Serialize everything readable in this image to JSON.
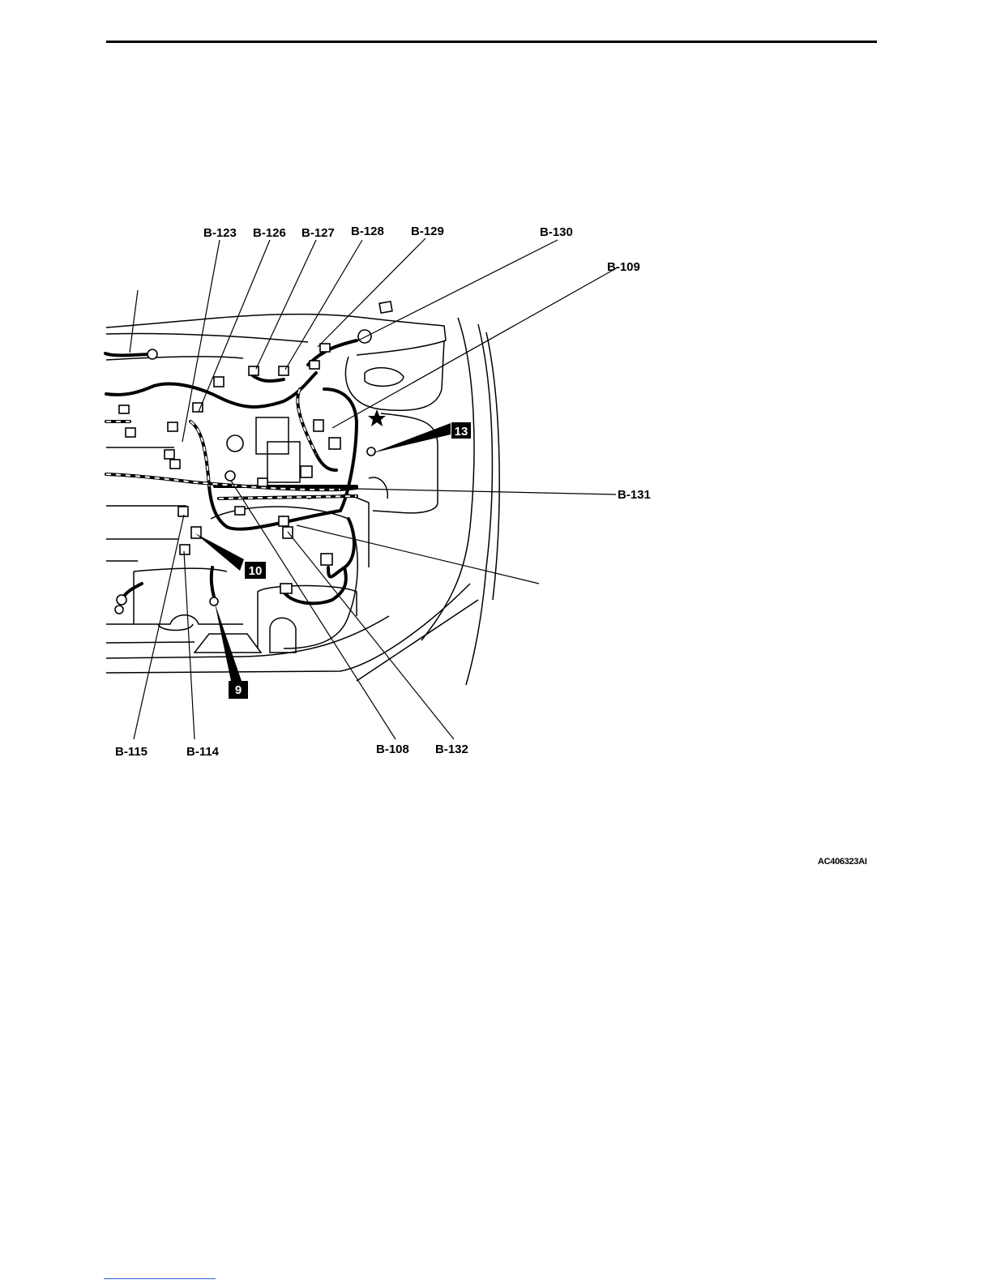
{
  "diagram": {
    "connector_labels": {
      "b123": "B-123",
      "b126": "B-126",
      "b127": "B-127",
      "b128": "B-128",
      "b129": "B-129",
      "b130": "B-130",
      "b109": "B-109",
      "b131": "B-131",
      "b115": "B-115",
      "b114": "B-114",
      "b108": "B-108",
      "b132": "B-132"
    },
    "ground_points": {
      "g13": "13",
      "g10": "10",
      "g9": "9"
    },
    "figure_code": "AC406323AI"
  }
}
